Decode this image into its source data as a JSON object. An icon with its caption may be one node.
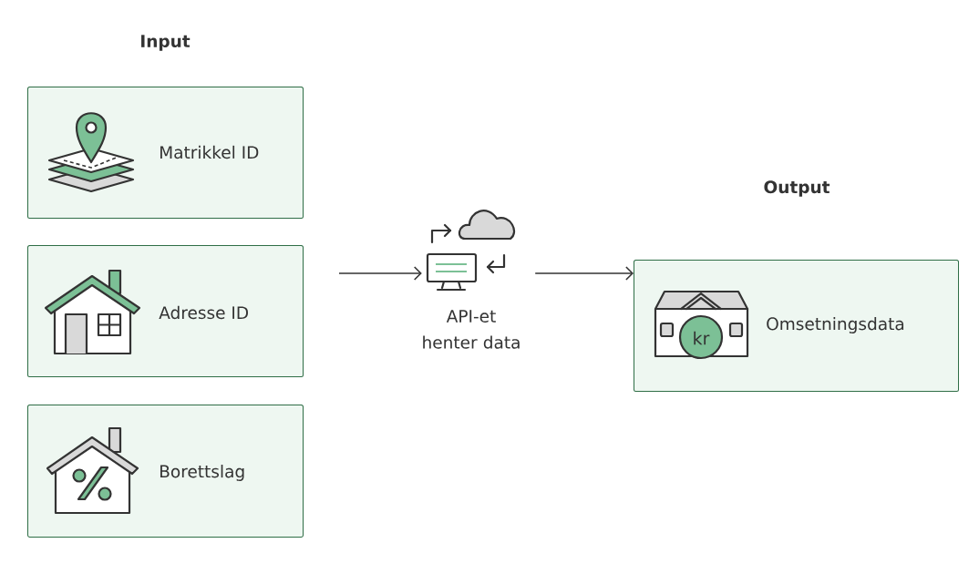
{
  "diagram": {
    "nodes": [
      {
        "text": [
          "Matrikkel ID"
        ]
      },
      {
        "text": [
          "Adresse ID"
        ]
      },
      {
        "text": [
          "Borettslag"
        ]
      },
      {
        "text": [
          "API-et henter data"
        ]
      },
      {
        "text": [
          "Omsetningsdata"
        ]
      }
    ],
    "edges": [
      {
        "from": null,
        "to": 3,
        "arrow": "to"
      },
      {
        "from": 3,
        "to": 4,
        "arrow": "to"
      }
    ],
    "labels": [
      "Input",
      "Output",
      "kr"
    ]
  }
}
